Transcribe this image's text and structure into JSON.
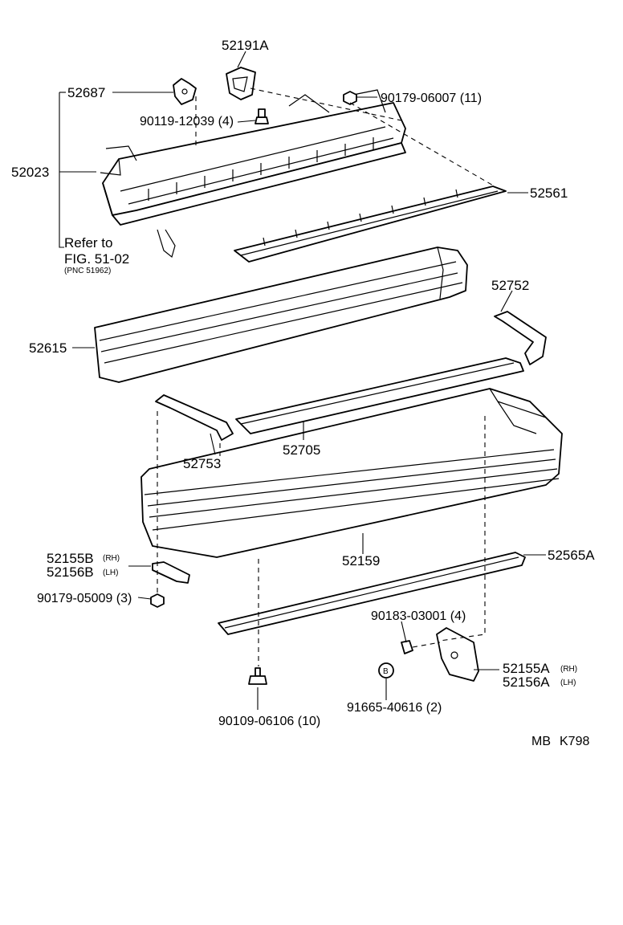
{
  "labels": {
    "p52191A": "52191A",
    "p52687": "52687",
    "p90179_06007": "90179-06007 (11)",
    "p90119_12039": "90119-12039 (4)",
    "p52023": "52023",
    "p52561": "52561",
    "refer1": "Refer to",
    "refer2": "FIG. 51-02",
    "refer3": "(PNC 51962)",
    "p52752": "52752",
    "p52615": "52615",
    "p52705": "52705",
    "p52753": "52753",
    "p52159": "52159",
    "p52565A": "52565A",
    "p52155B": "52155B",
    "p52155B_side": "(RH)",
    "p52156B": "52156B",
    "p52156B_side": "(LH)",
    "p90179_05009": "90179-05009 (3)",
    "p90183_03001": "90183-03001 (4)",
    "p52155A": "52155A",
    "p52155A_side": "(RH)",
    "p52156A": "52156A",
    "p52156A_side": "(LH)",
    "p91665_40616": "91665-40616 (2)",
    "p90109_06106": "90109-06106 (10)",
    "b_marker": "B",
    "code_mb": "MB",
    "code_k": "K798"
  }
}
